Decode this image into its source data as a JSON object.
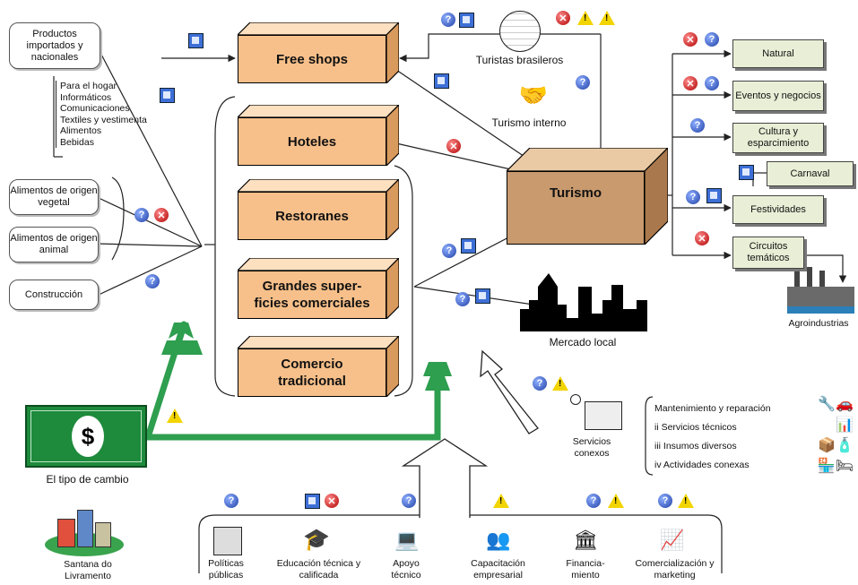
{
  "inputs": {
    "productos": "Productos importados y nacionales",
    "product_list": [
      "Para el hogar",
      "Informáticos",
      "Comunicaciones",
      "Textiles y vestimenta",
      "Alimentos",
      "Bebidas"
    ],
    "veg": "Alimentos de origen vegetal",
    "ani": "Alimentos de origen animal",
    "construccion": "Construcción"
  },
  "sectors": [
    "Free shops",
    "Hoteles",
    "Restoranes",
    "Grandes super- ficies comerciales",
    "Comercio tradicional"
  ],
  "turismo": "Turismo",
  "tourist_labels": {
    "brasileros": "Turistas brasileros",
    "interno": "Turismo interno"
  },
  "categories": [
    "Natural",
    "Eventos y negocios",
    "Cultura y esparcimiento",
    "Carnaval",
    "Festividades",
    "Circuitos temáticos"
  ],
  "agroindustrias": "Agroindustrias",
  "mercado_local": "Mercado local",
  "servicios": {
    "title": "Servicios conexos",
    "items": [
      "Mantenimiento y reparación",
      "ii Servicios técnicos",
      "iii Insumos diversos",
      "iv Actividades conexas"
    ]
  },
  "tipo_cambio": {
    "symbol": "$",
    "label": "El tipo de cambio"
  },
  "santana": "Santana do Livramento",
  "supports": [
    "Políticas públicas",
    "Educación técnica y calificada",
    "Apoyo técnico",
    "Capacitación empresarial",
    "Financia- miento",
    "Comercialización y marketing"
  ],
  "colors": {
    "box": "#f7c08a",
    "green": "#2e9e4f",
    "banknote": "#1e8a3c"
  }
}
